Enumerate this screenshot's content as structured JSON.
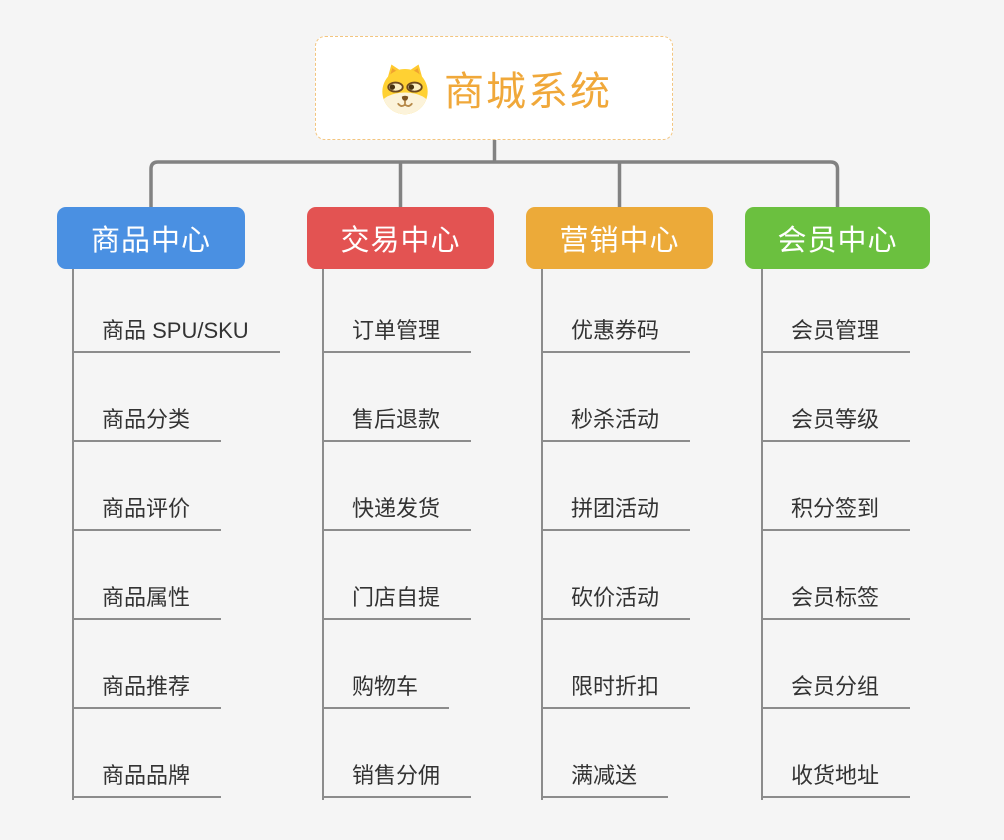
{
  "canvas": {
    "background_color": "#f5f5f5",
    "connector_color": "#828282",
    "subline_color": "#8c8c8c",
    "leaf_text_color": "#333333"
  },
  "root": {
    "title": "商城系统",
    "icon": "dog-face-icon",
    "text_color": "#f0a83a",
    "border_color": "#f3c57f"
  },
  "branches": [
    {
      "label": "商品中心",
      "color": "#4a90e2",
      "children": [
        "商品 SPU/SKU",
        "商品分类",
        "商品评价",
        "商品属性",
        "商品推荐",
        "商品品牌"
      ]
    },
    {
      "label": "交易中心",
      "color": "#e35352",
      "children": [
        "订单管理",
        "售后退款",
        "快递发货",
        "门店自提",
        "购物车",
        "销售分佣"
      ]
    },
    {
      "label": "营销中心",
      "color": "#ecaa39",
      "children": [
        "优惠券码",
        "秒杀活动",
        "拼团活动",
        "砍价活动",
        "限时折扣",
        "满减送"
      ]
    },
    {
      "label": "会员中心",
      "color": "#6bc03f",
      "children": [
        "会员管理",
        "会员等级",
        "积分签到",
        "会员标签",
        "会员分组",
        "收货地址"
      ]
    }
  ]
}
